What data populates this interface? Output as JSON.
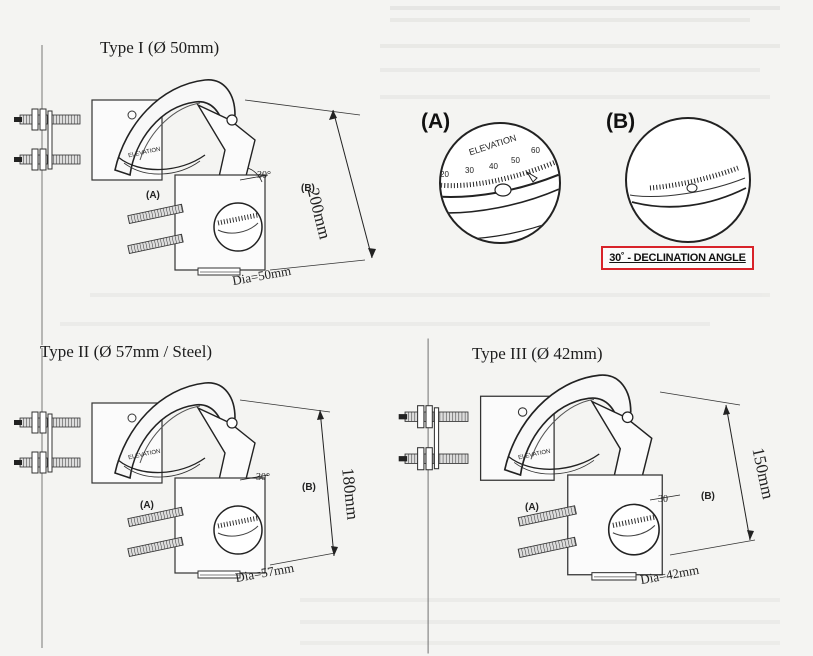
{
  "types": [
    {
      "title": "Type I (Ø 50mm)",
      "height": "200mm",
      "dia": "Dia=50mm",
      "angle": "30°",
      "label_a": "(A)",
      "label_b": "(B)",
      "scale": "ELEVATION"
    },
    {
      "title": "Type II (Ø 57mm / Steel)",
      "height": "180mm",
      "dia": "Dia=57mm",
      "angle": "30°",
      "label_a": "(A)",
      "label_b": "(B)",
      "scale": "ELEVATION"
    },
    {
      "title": "Type III (Ø 42mm)",
      "height": "150mm",
      "dia": "Dia=42mm",
      "angle": "30",
      "label_a": "(A)",
      "label_b": "(B)",
      "scale": "ELEVATION"
    }
  ],
  "detail": {
    "label_a": "(A)",
    "label_b": "(B)",
    "elevation": "ELEVATION",
    "ticks": [
      "20",
      "30",
      "40",
      "50",
      "60"
    ],
    "declination": "30˚ - DECLINATION ANGLE",
    "highlight_color": "#d8232a"
  }
}
